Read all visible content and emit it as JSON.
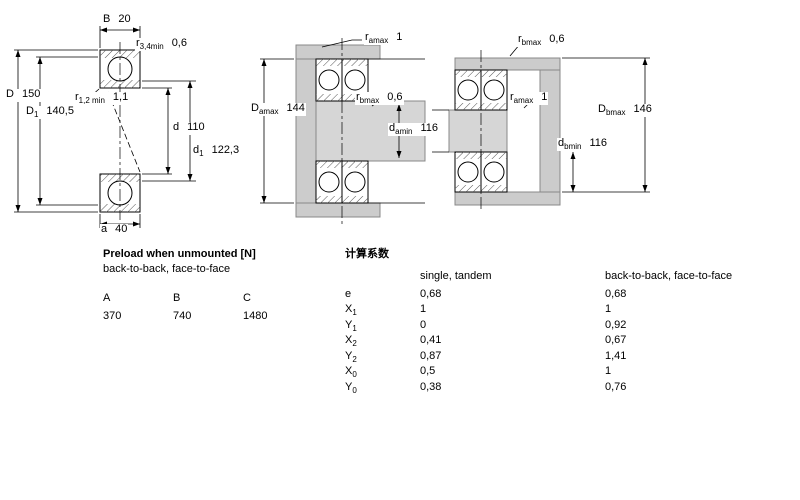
{
  "dims": {
    "B": {
      "base": "B",
      "sub": "",
      "value": "20"
    },
    "r34": {
      "base": "r",
      "sub": "3,4min",
      "value": "0,6"
    },
    "D": {
      "base": "D",
      "sub": "",
      "value": "150"
    },
    "D1": {
      "base": "D",
      "sub": "1",
      "value": "140,5"
    },
    "r12": {
      "base": "r",
      "sub": "1,2 min",
      "value": "1,1"
    },
    "d": {
      "base": "d",
      "sub": "",
      "value": "110"
    },
    "d1": {
      "base": "d",
      "sub": "1",
      "value": "122,3"
    },
    "a": {
      "base": "a",
      "sub": "",
      "value": "40"
    },
    "ra_mid": {
      "base": "r",
      "sub": "amax",
      "value": "1"
    },
    "Da_max": {
      "base": "D",
      "sub": "amax",
      "value": "144"
    },
    "rb_mid": {
      "base": "r",
      "sub": "bmax",
      "value": "0,6"
    },
    "da_min": {
      "base": "d",
      "sub": "amin",
      "value": "116"
    },
    "rb_right": {
      "base": "r",
      "sub": "bmax",
      "value": "0,6"
    },
    "ra_right": {
      "base": "r",
      "sub": "amax",
      "value": "1"
    },
    "Db_max": {
      "base": "D",
      "sub": "bmax",
      "value": "146"
    },
    "db_min": {
      "base": "d",
      "sub": "bmin",
      "value": "116"
    }
  },
  "preload": {
    "title": "Preload when unmounted [N]",
    "subtitle": "back-to-back, face-to-face",
    "columns": [
      "A",
      "B",
      "C"
    ],
    "values": [
      "370",
      "740",
      "1480"
    ]
  },
  "factors": {
    "title": "计算系数",
    "col1": "single, tandem",
    "col2": "back-to-back, face-to-face",
    "rows": [
      {
        "base": "e",
        "sub": "",
        "v1": "0,68",
        "v2": "0,68"
      },
      {
        "base": "X",
        "sub": "1",
        "v1": "1",
        "v2": "1"
      },
      {
        "base": "Y",
        "sub": "1",
        "v1": "0",
        "v2": "0,92"
      },
      {
        "base": "X",
        "sub": "2",
        "v1": "0,41",
        "v2": "0,67"
      },
      {
        "base": "Y",
        "sub": "2",
        "v1": "0,87",
        "v2": "1,41"
      },
      {
        "base": "X",
        "sub": "0",
        "v1": "0,5",
        "v2": "1"
      },
      {
        "base": "Y",
        "sub": "0",
        "v1": "0,38",
        "v2": "0,76"
      }
    ]
  }
}
